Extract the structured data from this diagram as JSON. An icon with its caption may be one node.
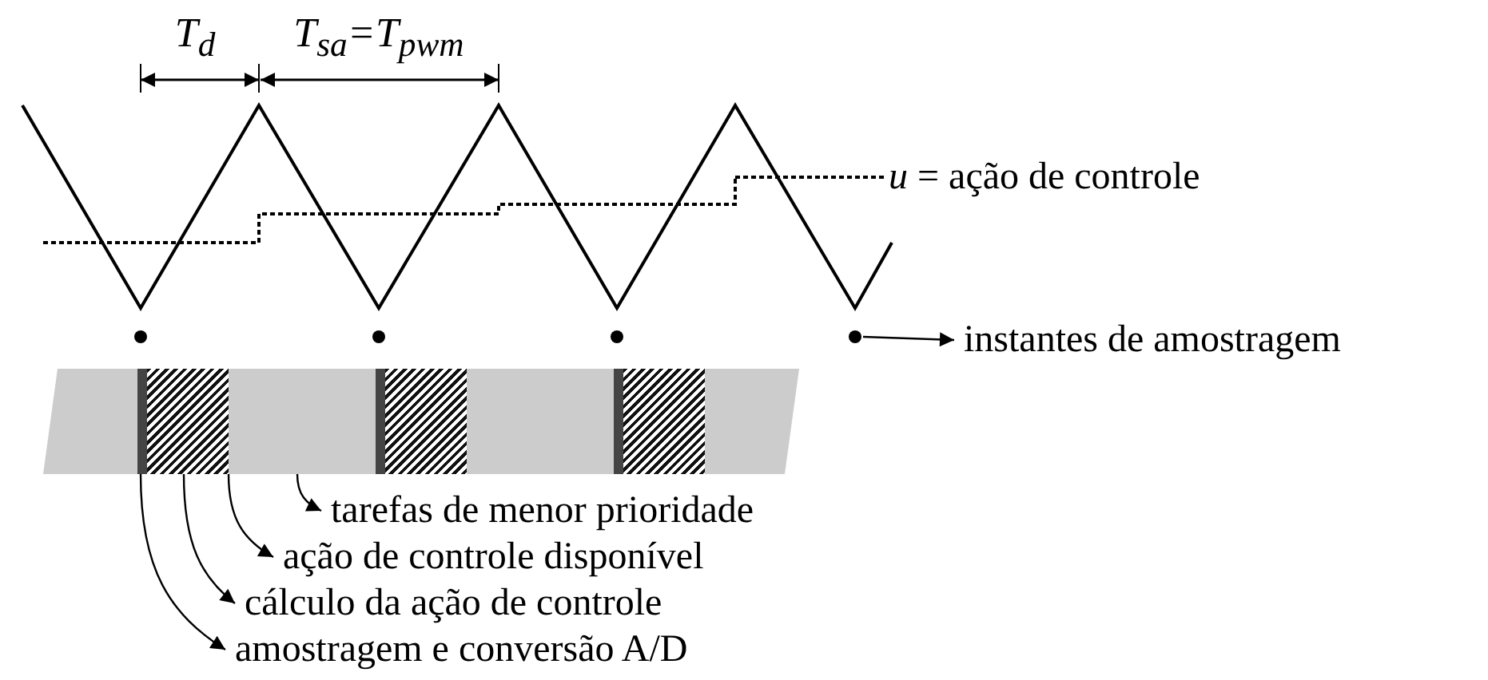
{
  "diagram": {
    "nodes": [
      {
        "text": [
          "*u* = ação de controle"
        ]
      },
      {
        "text": [],
        "shape": "circle"
      },
      {
        "text": [],
        "shape": "circle"
      },
      {
        "text": [],
        "shape": "circle"
      },
      {
        "text": [],
        "shape": "circle"
      },
      {
        "text": [
          "instantes de amostragem"
        ]
      },
      {
        "text": [],
        "shape": "bar"
      },
      {
        "text": [],
        "shape": "bar",
        "in": 6
      },
      {
        "text": [],
        "shape": "box",
        "in": 6
      },
      {
        "text": [],
        "shape": "bar",
        "in": 6
      },
      {
        "text": [],
        "shape": "box",
        "in": 6
      },
      {
        "text": [],
        "shape": "bar",
        "in": 6
      },
      {
        "text": [],
        "shape": "box",
        "in": 6
      },
      {
        "text": [
          "tarefas de menor prioridade"
        ]
      },
      {
        "text": [
          "ação de controle disponível"
        ]
      },
      {
        "text": [
          "cálculo da ação de controle"
        ]
      },
      {
        "text": [
          "amostragem e conversão A/D"
        ]
      }
    ],
    "edges": [
      {
        "from": null,
        "to": 0,
        "arrow": "none",
        "style": "dashed"
      },
      {
        "from": 4,
        "to": 5,
        "arrow": "to"
      },
      {
        "from": 7,
        "to": 16,
        "arrow": "to"
      },
      {
        "from": 8,
        "to": 15,
        "arrow": "to"
      },
      {
        "from": 8,
        "to": 14,
        "arrow": "to"
      },
      {
        "from": 6,
        "to": 13,
        "arrow": "to"
      }
    ],
    "labels": [
      "T$_{d}$",
      "T$_{sa}$=T$_{pwm}$"
    ]
  }
}
